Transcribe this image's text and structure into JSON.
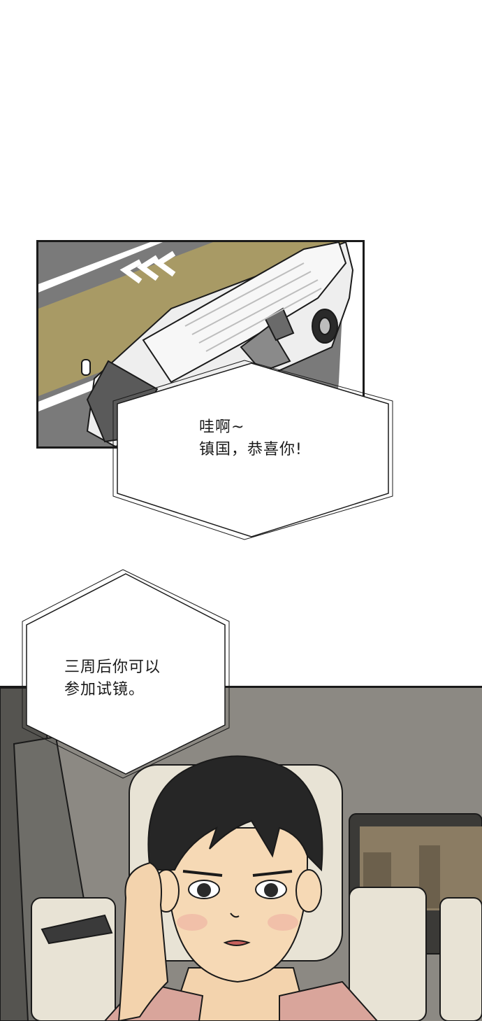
{
  "speech_bubbles": [
    {
      "lines": [
        "哇啊~",
        "镇国，恭喜你!"
      ]
    },
    {
      "lines": [
        "三周后你可以",
        "参加试镜。"
      ]
    }
  ],
  "colors": {
    "ink": "#1a1a1a",
    "road_gray": "#7d7d7d",
    "road_tan": "#a89a65",
    "van_white": "#f2f2f2",
    "car_interior": "#8c8983",
    "hair": "#262626",
    "skin": "#f6d9b5",
    "seat": "#e8e3d5"
  },
  "illustrations": [
    {
      "name": "van-top-down",
      "description_icon": "van-illustration"
    },
    {
      "name": "man-on-phone-in-car",
      "description_icon": "character-illustration"
    }
  ]
}
